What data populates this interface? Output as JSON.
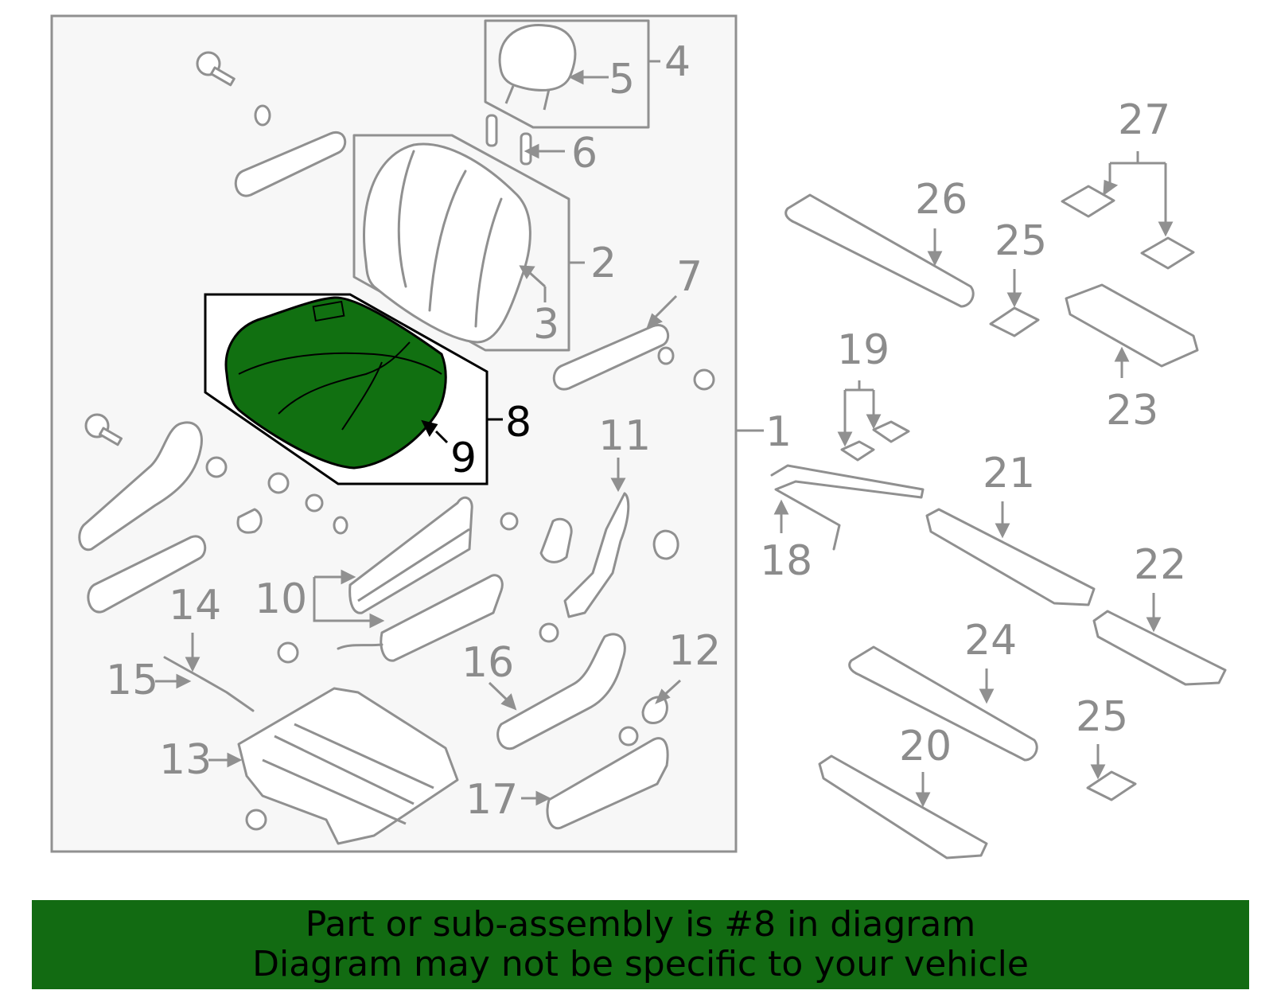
{
  "colors": {
    "highlight": "#117011",
    "banner_bg": "#126b12",
    "part_stroke": "#909090",
    "box_fill": "#f7f7f7",
    "label_gray": "#8c8c8c"
  },
  "callouts": {
    "c1": "1",
    "c2": "2",
    "c3": "3",
    "c4": "4",
    "c5": "5",
    "c6": "6",
    "c7": "7",
    "c8": "8",
    "c9": "9",
    "c10": "10",
    "c11": "11",
    "c12": "12",
    "c13": "13",
    "c14": "14",
    "c15": "15",
    "c16": "16",
    "c17": "17",
    "c18": "18",
    "c19": "19",
    "c20": "20",
    "c21": "21",
    "c22": "22",
    "c23": "23",
    "c24": "24",
    "c25a": "25",
    "c25b": "25",
    "c26": "26",
    "c27": "27"
  },
  "highlighted_part": "8",
  "banner": {
    "line1": "Part or sub-assembly is #8 in diagram",
    "line2": "Diagram may not be specific to your vehicle"
  }
}
